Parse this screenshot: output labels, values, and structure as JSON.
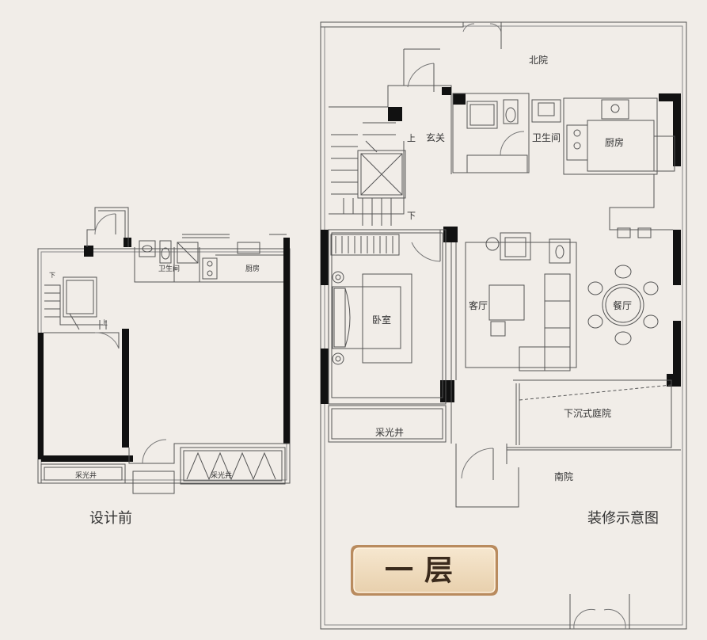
{
  "before_plan": {
    "caption": "设计前",
    "rooms": {
      "bathroom": "卫生间",
      "kitchen": "厨房",
      "down": "下",
      "up": "上",
      "lightwell_left": "采光井",
      "lightwell_right": "采光井"
    }
  },
  "after_plan": {
    "caption": "装修示意图",
    "rooms": {
      "north_yard": "北院",
      "foyer": "玄关",
      "up": "上",
      "down": "下",
      "bathroom": "卫生间",
      "kitchen": "厨房",
      "bedroom": "卧室",
      "living_room": "客厅",
      "dining_room": "餐厅",
      "sunken_courtyard": "下沉式庭院",
      "lightwell": "采光井",
      "south_yard": "南院"
    }
  },
  "floor_badge": "一层",
  "colors": {
    "background": "#f1ede8",
    "wall": "#111111",
    "line": "#555555",
    "badge_fill": "#f0dcbc",
    "badge_border": "#b98b5e"
  }
}
